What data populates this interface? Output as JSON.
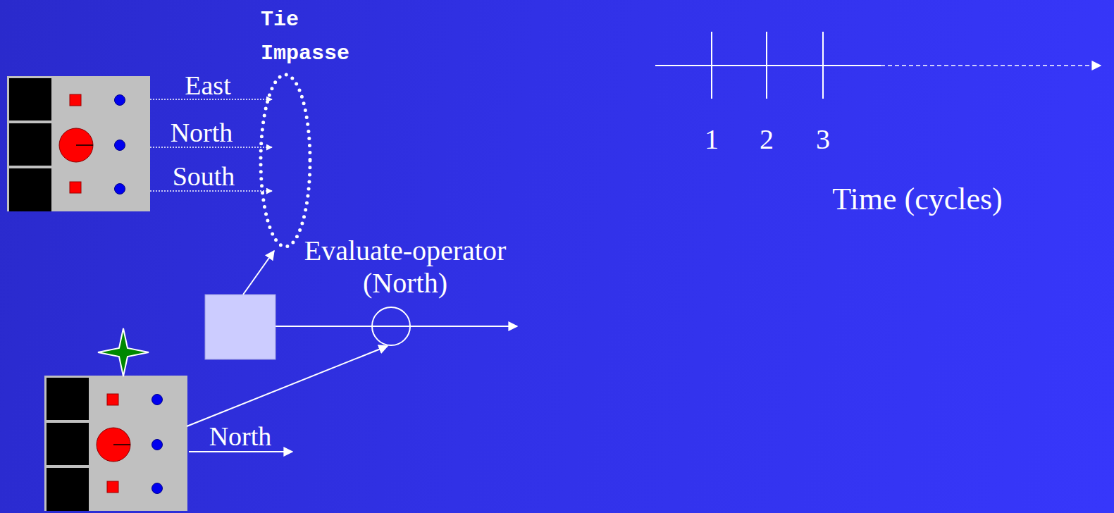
{
  "diagram": {
    "nodes": [
      {
        "text": [
          "Tie Impasse"
        ]
      },
      {
        "text": [
          "Evaluate-operator (North)"
        ]
      }
    ],
    "labels": [
      "East",
      "North",
      "South",
      "North",
      "1",
      "2",
      "3",
      "Time (cycles)"
    ]
  }
}
